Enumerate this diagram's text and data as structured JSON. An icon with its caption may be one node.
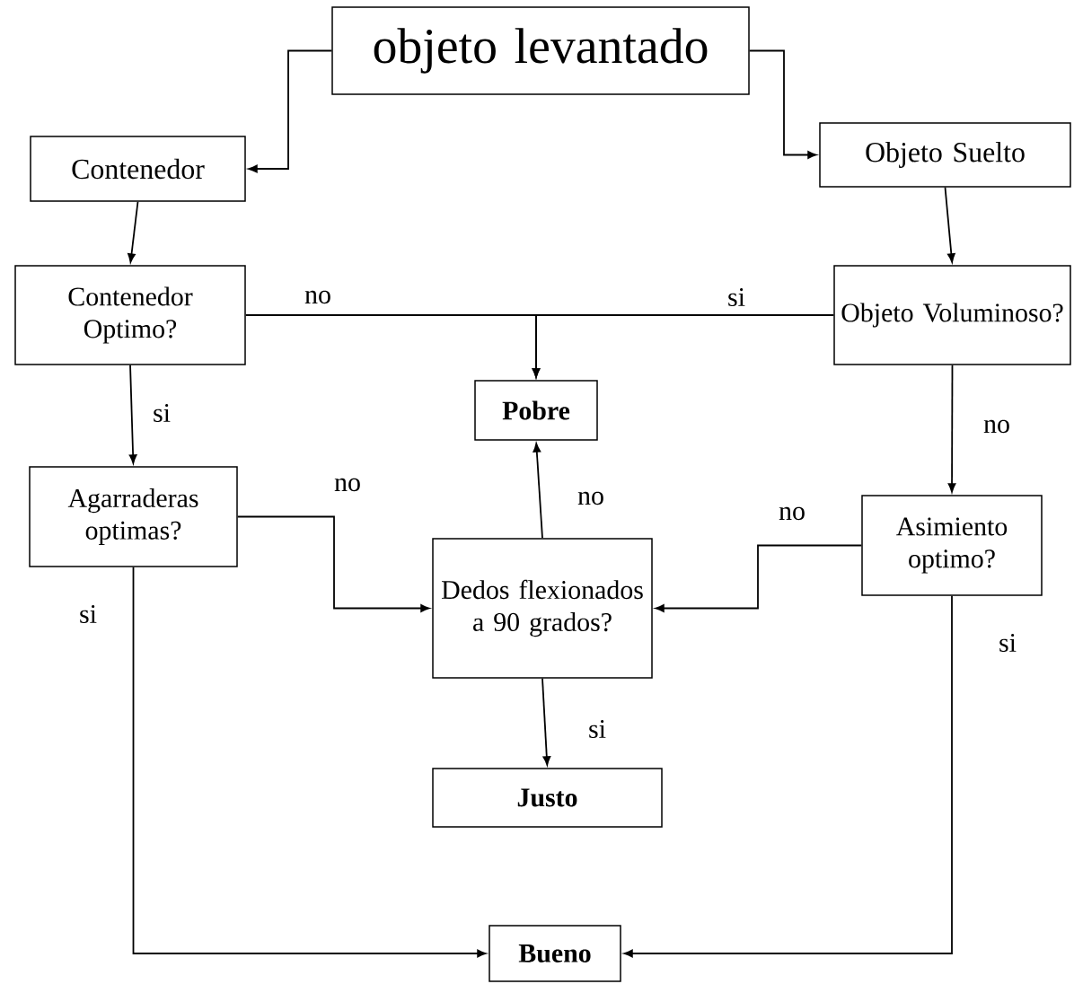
{
  "diagram": {
    "nodes": [
      {
        "text": [
          "objeto levantado"
        ]
      },
      {
        "text": [
          "Contenedor"
        ]
      },
      {
        "text": [
          "Objeto Suelto"
        ]
      },
      {
        "text": [
          "Contenedor Optimo?"
        ]
      },
      {
        "text": [
          "Objeto Voluminoso?"
        ]
      },
      {
        "text": [
          "Pobre"
        ]
      },
      {
        "text": [
          "Agarraderas optimas?"
        ]
      },
      {
        "text": [
          "Dedos flexionados a 90 grados?"
        ]
      },
      {
        "text": [
          "Asimiento optimo?"
        ]
      },
      {
        "text": [
          "Justo"
        ]
      },
      {
        "text": [
          "Bueno"
        ]
      }
    ],
    "edges": [
      {
        "from": 0,
        "to": 1,
        "arrow": "to"
      },
      {
        "from": 0,
        "to": 2,
        "arrow": "to"
      },
      {
        "from": 1,
        "to": 3,
        "arrow": "to"
      },
      {
        "from": 2,
        "to": 4,
        "arrow": "to"
      },
      {
        "from": 3,
        "to": 5,
        "arrow": "to",
        "label": "no"
      },
      {
        "from": 4,
        "to": 5,
        "arrow": "to",
        "label": "si"
      },
      {
        "from": 3,
        "to": 6,
        "arrow": "to",
        "label": "si"
      },
      {
        "from": 4,
        "to": 8,
        "arrow": "to",
        "label": "no"
      },
      {
        "from": 6,
        "to": 7,
        "arrow": "to",
        "label": "no"
      },
      {
        "from": 8,
        "to": 7,
        "arrow": "to",
        "label": "no"
      },
      {
        "from": 7,
        "to": 5,
        "arrow": "to",
        "label": "no"
      },
      {
        "from": 7,
        "to": 9,
        "arrow": "to",
        "label": "si"
      },
      {
        "from": 6,
        "to": 10,
        "arrow": "to",
        "label": "si"
      },
      {
        "from": 8,
        "to": 10,
        "arrow": "to",
        "label": "si"
      }
    ]
  }
}
